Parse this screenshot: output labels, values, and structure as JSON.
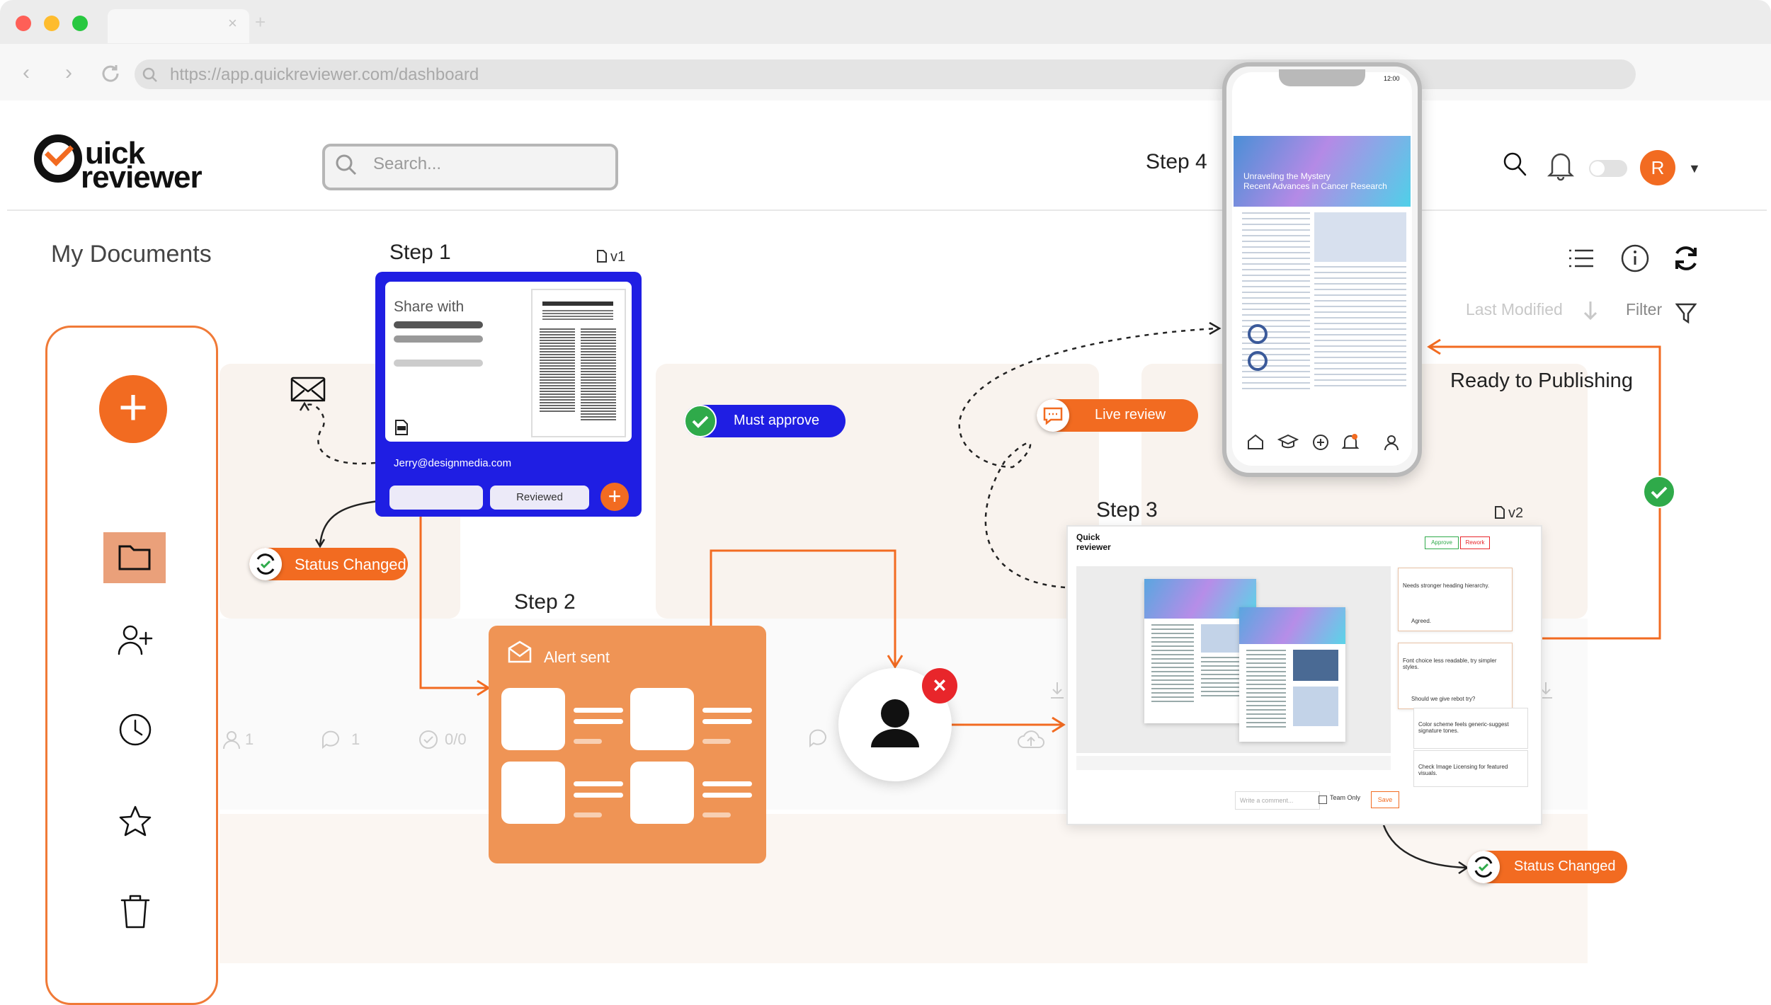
{
  "browser": {
    "url": "https://app.quickreviewer.com/dashboard"
  },
  "header": {
    "logo_line1": "uick",
    "logo_line2": "reviewer",
    "search_placeholder": "Search...",
    "avatar_letter": "R"
  },
  "page": {
    "title": "My Documents",
    "sort_label": "Last Modified",
    "filter_label": "Filter"
  },
  "steps": {
    "step1": "Step 1",
    "step2": "Step 2",
    "step3": "Step 3",
    "step4": "Step 4",
    "v1": "v1",
    "v2": "v2"
  },
  "card1": {
    "share_with": "Share with",
    "email": "Jerry@designmedia.com",
    "reviewed_label": "Reviewed"
  },
  "badges": {
    "status_changed": "Status Changed",
    "must_approve": "Must approve",
    "live_review": "Live review",
    "ready_publishing": "Ready to Publishing"
  },
  "card2": {
    "alert_sent": "Alert sent"
  },
  "stats": {
    "users": "1",
    "comments": "1",
    "approvals": "0/0"
  },
  "mini": {
    "poster_title_1": "Unraveling the Mystery",
    "poster_title_2": "Recent Advances in Cancer Research",
    "approve": "Approve",
    "rework": "Rework",
    "team_only": "Team Only",
    "save": "Save",
    "write_comment": "Write a comment...",
    "comment1": "Needs stronger heading hierarchy.",
    "comment1_reply": "Agreed.",
    "comment2": "Font choice less readable, try simpler styles.",
    "comment2_reply": "Should we give rebot try?",
    "comment3": "Color scheme feels generic-suggest signature tones.",
    "comment4": "Check Image Licensing for featured visuals.",
    "phone_time": "12:00"
  },
  "colors": {
    "brand_orange": "#f26b21",
    "brand_blue": "#1f1ee3",
    "success_green": "#2faa4a",
    "error_red": "#e8262b"
  }
}
